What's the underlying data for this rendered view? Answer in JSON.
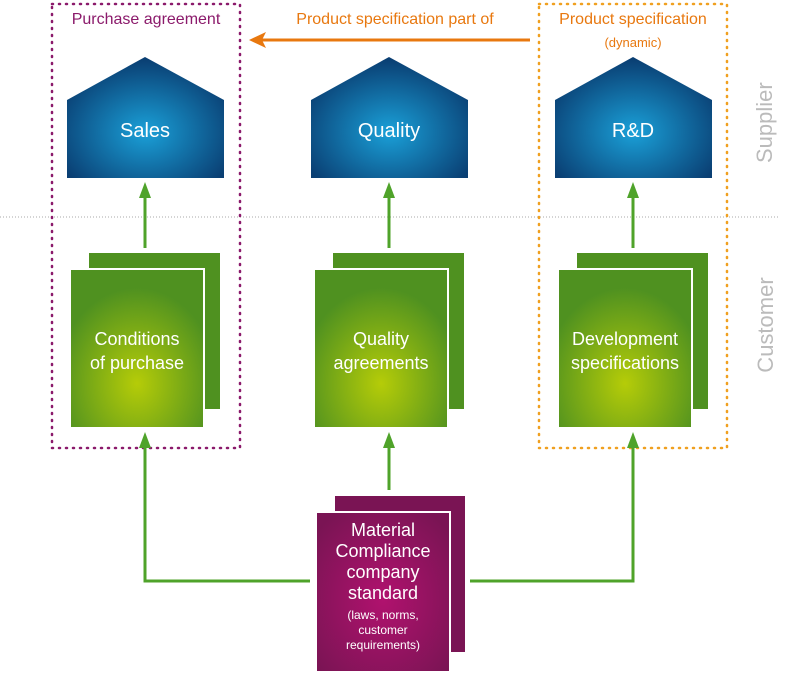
{
  "frames": {
    "purchase_agreement": "Purchase agreement",
    "product_spec": "Product specification",
    "product_spec_sub": "(dynamic)"
  },
  "arrow_label": "Product specification part of",
  "zones": {
    "supplier": "Supplier",
    "customer": "Customer"
  },
  "departments": [
    {
      "label": "Sales"
    },
    {
      "label": "Quality"
    },
    {
      "label": "R&D"
    }
  ],
  "documents": [
    {
      "line1": "Conditions",
      "line2": "of purchase"
    },
    {
      "line1": "Quality",
      "line2": "agreements"
    },
    {
      "line1": "Development",
      "line2": "specifications"
    }
  ],
  "standard": {
    "lines": [
      "Material",
      "Compliance",
      "company",
      "standard"
    ],
    "sub": [
      "(laws, norms,",
      "customer",
      "requirements)"
    ]
  },
  "colors": {
    "purple": "#8b1a6b",
    "orange": "#e8780f",
    "orange_dot": "#f0a020",
    "green_arrow": "#4fa32a",
    "house_dark": "#0a3f73",
    "house_light": "#1aa0d8",
    "doc_dark": "#4f9120",
    "doc_light": "#b5cc08",
    "std_dark": "#7a1454",
    "std_light": "#b0126e"
  }
}
